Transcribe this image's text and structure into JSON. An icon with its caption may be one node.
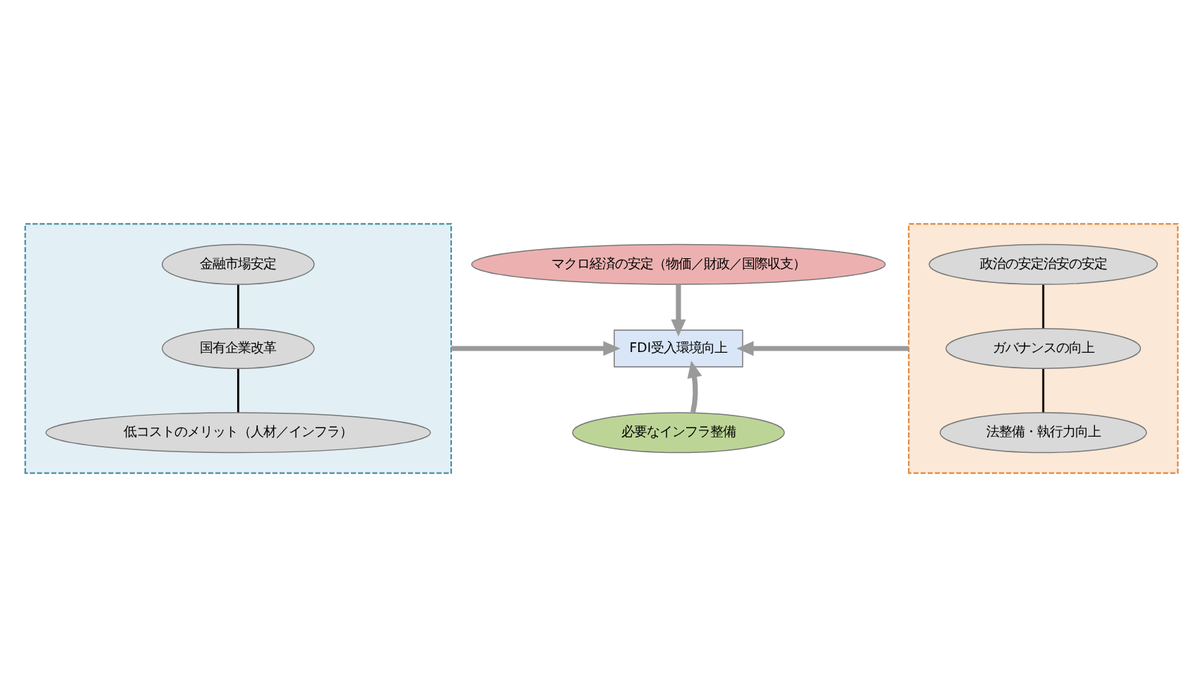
{
  "diagram": {
    "nodes": [
      {
        "text": [],
        "shape": "box"
      },
      {
        "text": [
          "金融市場安定"
        ],
        "in": 0
      },
      {
        "text": [
          "国有企業改革"
        ],
        "in": 0
      },
      {
        "text": [
          "低コストのメリット（人材／インフラ）"
        ],
        "in": 0
      },
      {
        "text": [
          "マクロ経済の安定（物価／財政／国際収支）"
        ]
      },
      {
        "text": [
          "FDI受入環境向上"
        ]
      },
      {
        "text": [
          "必要なインフラ整備"
        ]
      },
      {
        "text": [],
        "shape": "box"
      },
      {
        "text": [
          "政治の安定治安の安定"
        ],
        "in": 7
      },
      {
        "text": [
          "ガバナンスの向上"
        ],
        "in": 7
      },
      {
        "text": [
          "法整備・執行力向上"
        ],
        "in": 7
      }
    ],
    "edges": [
      {
        "from": 1,
        "to": 2,
        "arrow": "none"
      },
      {
        "from": 2,
        "to": 3,
        "arrow": "none"
      },
      {
        "from": 8,
        "to": 9,
        "arrow": "none"
      },
      {
        "from": 9,
        "to": 10,
        "arrow": "none"
      },
      {
        "from": 4,
        "to": 5,
        "arrow": "to",
        "style": "thick",
        "color": "#9a9a9a"
      },
      {
        "from": 6,
        "to": 5,
        "arrow": "to",
        "style": "thick",
        "color": "#9a9a9a"
      },
      {
        "from": 0,
        "to": 5,
        "arrow": "to",
        "style": "thick",
        "color": "#9a9a9a"
      },
      {
        "from": 7,
        "to": 5,
        "arrow": "to",
        "style": "thick",
        "color": "#9a9a9a"
      }
    ]
  }
}
